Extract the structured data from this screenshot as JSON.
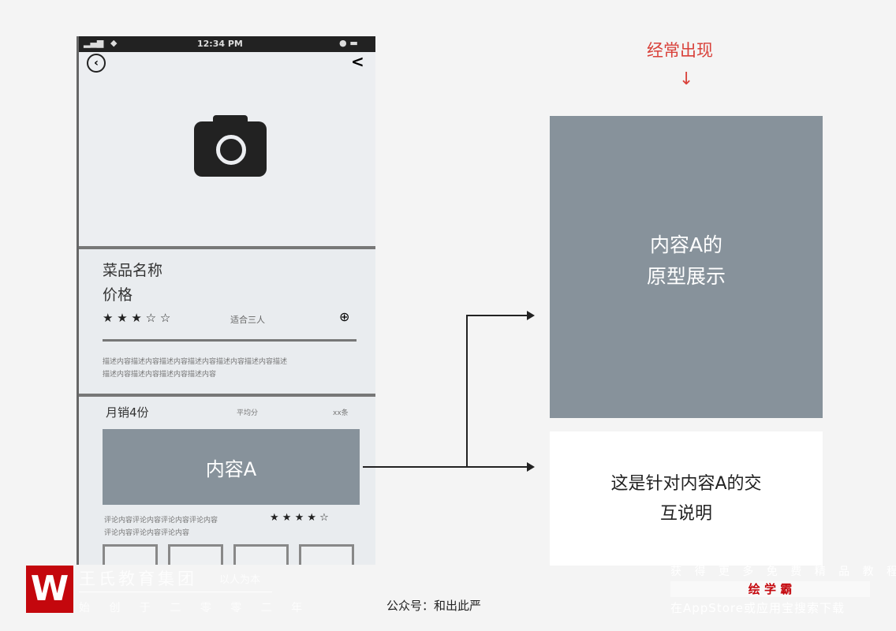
{
  "phone": {
    "status_time": "12:34 PM",
    "dish_name": "菜品名称",
    "price": "价格",
    "rating_stars": "★ ★ ★ ☆ ☆",
    "rating_value": 3,
    "serves": "适合三人",
    "desc_line1": "描述内容描述内容描述内容描述内容描述内容描述内容描述",
    "desc_line2": "描述内容描述内容描述内容描述内容",
    "monthly_sales": "月销4份",
    "avg_score": "平均分",
    "review_count": "xx条",
    "content_a": "内容A",
    "review_line1": "评论内容评论内容评论内容评论内容",
    "review_line2": "评论内容评论内容评论内容",
    "review_stars": "★ ★ ★ ★ ☆",
    "review_rating": 4
  },
  "annotation": {
    "label": "经常出现",
    "arrow": "↓"
  },
  "prototype": {
    "line1": "内容A的",
    "line2": "原型展示"
  },
  "explanation": {
    "line1": "这是针对内容A的交",
    "line2": "互说明"
  },
  "footer": {
    "logo_title": "王氏教育集团",
    "logo_slogan": "以人为本",
    "logo_sub": "始 创 于 二 零 零 二 年",
    "wechat": "公众号：和出此严",
    "promo_line1": "获 得 更 多 免 费 精 品 教 程",
    "promo_brand": "绘 学 霸",
    "promo_line2": "在AppStore或应用宝搜索下载"
  },
  "colors": {
    "accent": "#d9413a",
    "box": "#87929b",
    "logo": "#c4070d"
  }
}
